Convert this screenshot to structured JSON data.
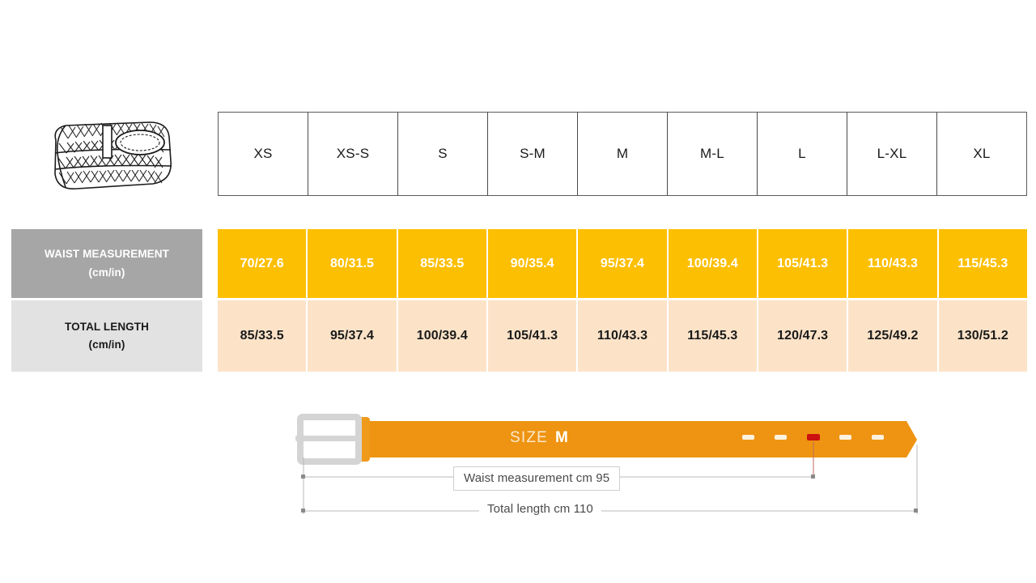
{
  "product": {
    "icon_name": "woven-belt-illustration"
  },
  "size_table": {
    "sizes": [
      "XS",
      "XS-S",
      "S",
      "S-M",
      "M",
      "M-L",
      "L",
      "L-XL",
      "XL"
    ],
    "rows": [
      {
        "label_line1": "WAIST MEASUREMENT",
        "label_line2": "(cm/in)",
        "values": [
          "70/27.6",
          "80/31.5",
          "85/33.5",
          "90/35.4",
          "95/37.4",
          "100/39.4",
          "105/41.3",
          "110/43.3",
          "115/45.3"
        ],
        "fill_color": "#fdbf01",
        "label_fill_color": "#a6a6a6",
        "text_color": "#ffffff"
      },
      {
        "label_line1": "TOTAL LENGTH",
        "label_line2": "(cm/in)",
        "values": [
          "85/33.5",
          "95/37.4",
          "100/39.4",
          "105/41.3",
          "110/43.3",
          "115/45.3",
          "120/47.3",
          "125/49.2",
          "130/51.2"
        ],
        "fill_color": "#fce3c8",
        "label_fill_color": "#e2e2e2",
        "text_color": "#1a1a1a"
      }
    ]
  },
  "belt_diagram": {
    "size_word": "SIZE",
    "size_value": "M",
    "waist_dimension_label": "Waist measurement cm 95",
    "total_length_label": "Total length cm 110",
    "belt_color": "#ee9412",
    "buckle_color": "#d8d8d8",
    "active_hole_color": "#cc1111",
    "hole_count": 5,
    "active_hole_index": 3
  },
  "chart_data": {
    "type": "table",
    "title": "Belt Size Chart",
    "categories": [
      "XS",
      "XS-S",
      "S",
      "S-M",
      "M",
      "M-L",
      "L",
      "L-XL",
      "XL"
    ],
    "series": [
      {
        "name": "Waist measurement (cm)",
        "values": [
          70,
          80,
          85,
          90,
          95,
          100,
          105,
          110,
          115
        ]
      },
      {
        "name": "Waist measurement (in)",
        "values": [
          27.6,
          31.5,
          33.5,
          35.4,
          37.4,
          39.4,
          41.3,
          43.3,
          45.3
        ]
      },
      {
        "name": "Total length (cm)",
        "values": [
          85,
          95,
          100,
          105,
          110,
          115,
          120,
          125,
          130
        ]
      },
      {
        "name": "Total length (in)",
        "values": [
          33.5,
          37.4,
          39.4,
          41.3,
          43.3,
          45.3,
          47.3,
          49.2,
          51.2
        ]
      }
    ],
    "xlabel": "Size",
    "ylabel": "Measurement",
    "annotations": [
      "SIZE M",
      "Waist measurement cm 95",
      "Total length cm 110"
    ]
  }
}
